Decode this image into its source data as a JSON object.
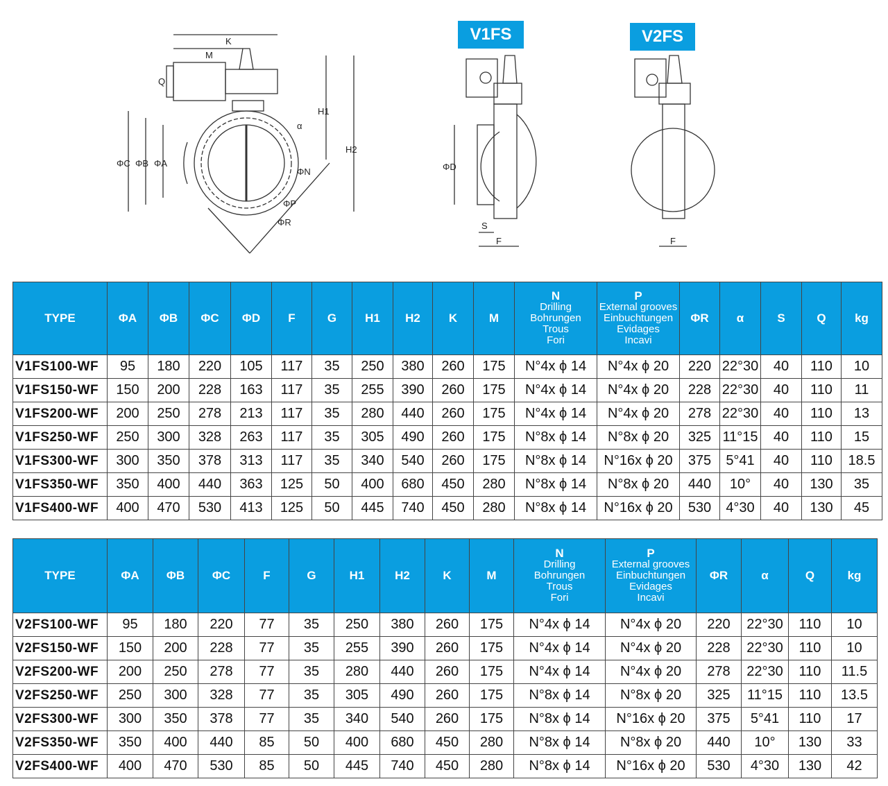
{
  "drawing": {
    "labels": {
      "K": "K",
      "M": "M",
      "Q": "Q",
      "H1": "H1",
      "H2": "H2",
      "C": "ΦC",
      "B": "ΦB",
      "A": "ΦA",
      "alpha": "α",
      "N": "ΦN",
      "P": "ΦP",
      "R": "ΦR",
      "D": "ΦD",
      "S": "S",
      "F": "F"
    },
    "badge_v1": "V1FS",
    "badge_v2": "V2FS"
  },
  "table1": {
    "headers": [
      "TYPE",
      "ΦA",
      "ΦB",
      "ΦC",
      "ΦD",
      "F",
      "G",
      "H1",
      "H2",
      "K",
      "M",
      "N|Drilling|Bohrungen|Trous|Fori",
      "P|External grooves|Einbuchtungen|Evidages|Incavi",
      "ΦR",
      "α",
      "S",
      "Q",
      "kg"
    ],
    "rows": [
      [
        "V1FS100-WF",
        "95",
        "180",
        "220",
        "105",
        "117",
        "35",
        "250",
        "380",
        "260",
        "175",
        "N°4x ϕ 14",
        "N°4x ϕ 20",
        "220",
        "22°30",
        "40",
        "110",
        "10"
      ],
      [
        "V1FS150-WF",
        "150",
        "200",
        "228",
        "163",
        "117",
        "35",
        "255",
        "390",
        "260",
        "175",
        "N°4x ϕ 14",
        "N°4x ϕ 20",
        "228",
        "22°30",
        "40",
        "110",
        "11"
      ],
      [
        "V1FS200-WF",
        "200",
        "250",
        "278",
        "213",
        "117",
        "35",
        "280",
        "440",
        "260",
        "175",
        "N°4x ϕ 14",
        "N°4x ϕ 20",
        "278",
        "22°30",
        "40",
        "110",
        "13"
      ],
      [
        "V1FS250-WF",
        "250",
        "300",
        "328",
        "263",
        "117",
        "35",
        "305",
        "490",
        "260",
        "175",
        "N°8x ϕ 14",
        "N°8x ϕ 20",
        "325",
        "11°15",
        "40",
        "110",
        "15"
      ],
      [
        "V1FS300-WF",
        "300",
        "350",
        "378",
        "313",
        "117",
        "35",
        "340",
        "540",
        "260",
        "175",
        "N°8x ϕ 14",
        "N°16x ϕ 20",
        "375",
        "5°41",
        "40",
        "110",
        "18.5"
      ],
      [
        "V1FS350-WF",
        "350",
        "400",
        "440",
        "363",
        "125",
        "50",
        "400",
        "680",
        "450",
        "280",
        "N°8x ϕ 14",
        "N°8x ϕ 20",
        "440",
        "10°",
        "40",
        "130",
        "35"
      ],
      [
        "V1FS400-WF",
        "400",
        "470",
        "530",
        "413",
        "125",
        "50",
        "445",
        "740",
        "450",
        "280",
        "N°8x ϕ 14",
        "N°16x ϕ 20",
        "530",
        "4°30",
        "40",
        "130",
        "45"
      ]
    ]
  },
  "table2": {
    "headers": [
      "TYPE",
      "ΦA",
      "ΦB",
      "ΦC",
      "F",
      "G",
      "H1",
      "H2",
      "K",
      "M",
      "N|Drilling|Bohrungen|Trous|Fori",
      "P|External grooves|Einbuchtungen|Evidages|Incavi",
      "ΦR",
      "α",
      "Q",
      "kg"
    ],
    "rows": [
      [
        "V2FS100-WF",
        "95",
        "180",
        "220",
        "77",
        "35",
        "250",
        "380",
        "260",
        "175",
        "N°4x ϕ 14",
        "N°4x ϕ 20",
        "220",
        "22°30",
        "110",
        "10"
      ],
      [
        "V2FS150-WF",
        "150",
        "200",
        "228",
        "77",
        "35",
        "255",
        "390",
        "260",
        "175",
        "N°4x ϕ 14",
        "N°4x ϕ 20",
        "228",
        "22°30",
        "110",
        "10"
      ],
      [
        "V2FS200-WF",
        "200",
        "250",
        "278",
        "77",
        "35",
        "280",
        "440",
        "260",
        "175",
        "N°4x ϕ 14",
        "N°4x ϕ 20",
        "278",
        "22°30",
        "110",
        "11.5"
      ],
      [
        "V2FS250-WF",
        "250",
        "300",
        "328",
        "77",
        "35",
        "305",
        "490",
        "260",
        "175",
        "N°8x ϕ 14",
        "N°8x ϕ 20",
        "325",
        "11°15",
        "110",
        "13.5"
      ],
      [
        "V2FS300-WF",
        "300",
        "350",
        "378",
        "77",
        "35",
        "340",
        "540",
        "260",
        "175",
        "N°8x ϕ 14",
        "N°16x ϕ 20",
        "375",
        "5°41",
        "110",
        "17"
      ],
      [
        "V2FS350-WF",
        "350",
        "400",
        "440",
        "85",
        "50",
        "400",
        "680",
        "450",
        "280",
        "N°8x ϕ 14",
        "N°8x ϕ 20",
        "440",
        "10°",
        "130",
        "33"
      ],
      [
        "V2FS400-WF",
        "400",
        "470",
        "530",
        "85",
        "50",
        "445",
        "740",
        "450",
        "280",
        "N°8x ϕ 14",
        "N°16x ϕ 20",
        "530",
        "4°30",
        "130",
        "42"
      ]
    ]
  },
  "colors": {
    "header_blue": "#0a9ee0"
  }
}
